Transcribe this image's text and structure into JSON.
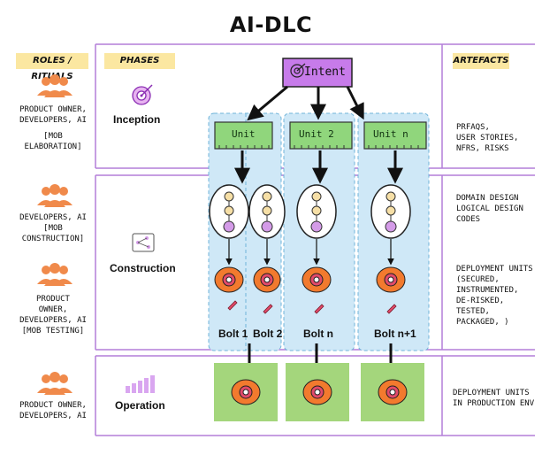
{
  "title": "AI-DLC",
  "headers": {
    "roles": "ROLES / RITUALS",
    "phases": "PHASES",
    "artefacts": "ARTEFACTS"
  },
  "roles": {
    "inception": [
      "PRODUCT OWNER,",
      "DEVELOPERS, AI",
      "[MOB",
      "ELABORATION]"
    ],
    "construction_a": [
      "DEVELOPERS, AI",
      "[MOB",
      "CONSTRUCTION]"
    ],
    "construction_b": [
      "PRODUCT",
      "OWNER,",
      "DEVELOPERS, AI",
      "[MOB TESTING]"
    ],
    "operation": [
      "PRODUCT OWNER,",
      "DEVELOPERS, AI"
    ]
  },
  "phases": {
    "inception": "Inception",
    "construction": "Construction",
    "operation": "Operation"
  },
  "intent": "Intent",
  "units": [
    "Unit",
    "Unit 2",
    "Unit n"
  ],
  "bolts": [
    "Bolt 1",
    "Bolt 2",
    "Bolt n",
    "Bolt n+1"
  ],
  "artefacts": {
    "inception": [
      "PRFAQS,",
      "USER STORIES,",
      "NFRS, RISKS"
    ],
    "construction_a": [
      "DOMAIN DESIGN",
      "LOGICAL DESIGN",
      "CODES"
    ],
    "construction_b": [
      "DEPLOYMENT UNITS",
      "(SECURED,",
      "INSTRUMENTED,",
      "DE-RISKED,",
      "TESTED,",
      "PACKAGED, )"
    ],
    "operation": [
      "DEPLOYMENT UNITS",
      "IN PRODUCTION ENV"
    ]
  },
  "colors": {
    "phase_border": "#b37ed9",
    "header_bg": "#fbe7a1",
    "column_bg": "#cfe8f7",
    "unit_bg": "#90d67c",
    "op_bg": "#a4d67c",
    "intent_bg": "#c77bea",
    "team_icon": "#f08a4b",
    "target": "#f27a2e"
  },
  "icons": {
    "team": "team-icon",
    "target": "target-icon",
    "rocket": "rocket-icon",
    "network": "network-icon",
    "bars": "bar-chart-icon"
  }
}
